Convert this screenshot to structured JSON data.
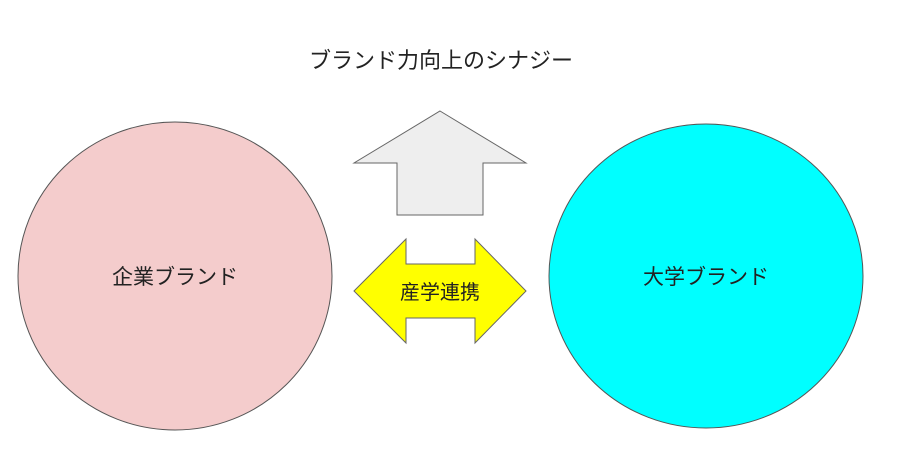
{
  "title": "ブランド力向上のシナジー",
  "left_circle": {
    "label": "企業ブランド",
    "fill": "#f4cccc",
    "stroke": "#555555"
  },
  "right_circle": {
    "label": "大学ブランド",
    "fill": "#00ffff",
    "stroke": "#555555"
  },
  "up_arrow": {
    "fill": "#eeeeee",
    "stroke": "#666666"
  },
  "double_arrow": {
    "label": "産学連携",
    "fill": "#ffff00",
    "stroke": "#666666"
  }
}
